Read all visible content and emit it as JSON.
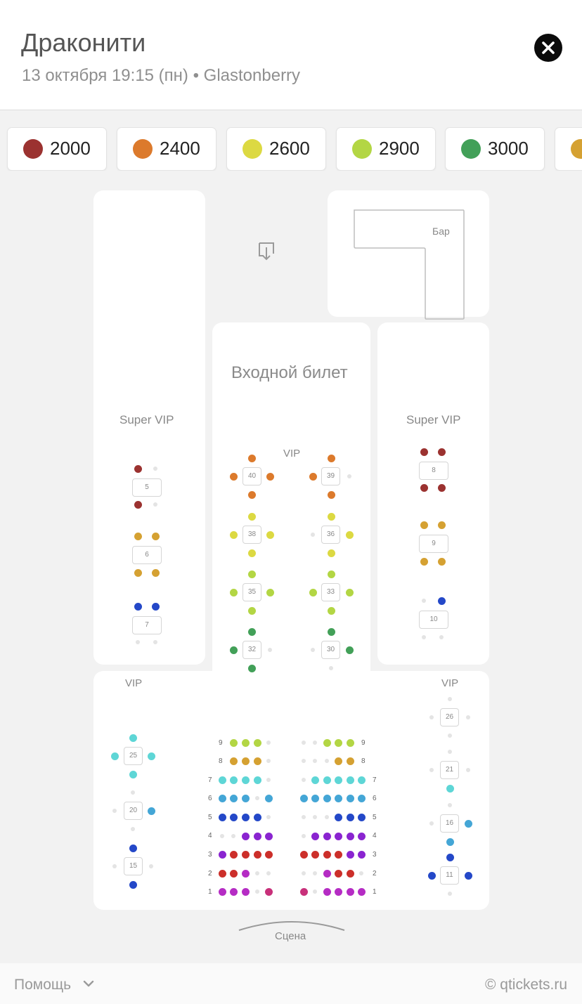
{
  "header": {
    "title": "Драконити",
    "subtitle": "13 октября 19:15 (пн) • Glastonberry",
    "close_icon": "close-icon"
  },
  "prices": [
    {
      "label": "2000",
      "color": "#9b3230"
    },
    {
      "label": "2400",
      "color": "#dc7a2c"
    },
    {
      "label": "2600",
      "color": "#dcd942"
    },
    {
      "label": "2900",
      "color": "#b3d644"
    },
    {
      "label": "3000",
      "color": "#42a058"
    },
    {
      "label": "",
      "color": "#d5a132"
    }
  ],
  "colors": {
    "2000": "#9b3230",
    "2400": "#dc7a2c",
    "2600": "#dcd942",
    "2900": "#b3d644",
    "3000": "#42a058",
    "gold": "#d5a132",
    "cyan": "#5ed6d6",
    "teal": "#44a6d6",
    "blue": "#2448c8",
    "purple": "#8a24d0",
    "red": "#cc2f2a",
    "magenta": "#b52cc4",
    "pink": "#c8307a",
    "empty": "#e4e4e4"
  },
  "hall": {
    "bar_label": "Бар",
    "entry_label": "Входной билет",
    "super_vip_left": "Super VIP",
    "super_vip_right": "Super VIP",
    "vip_center": "VIP",
    "vip_left": "VIP",
    "vip_right": "VIP",
    "stage_label": "Сцена",
    "entrance_icon": "entrance-icon",
    "tables": {
      "t5": "5",
      "t6": "6",
      "t7": "7",
      "t8": "8",
      "t9": "9",
      "t10": "10",
      "t40": "40",
      "t39": "39",
      "t38": "38",
      "t36": "36",
      "t35": "35",
      "t33": "33",
      "t32": "32",
      "t30": "30",
      "t25": "25",
      "t20": "20",
      "t15": "15",
      "t26": "26",
      "t21": "21",
      "t16": "16",
      "t11": "11"
    },
    "rows": {
      "r1": "1",
      "r2": "2",
      "r3": "3",
      "r4": "4",
      "r5": "5",
      "r6": "6",
      "r7": "7",
      "r8": "8",
      "r9": "9"
    }
  },
  "footer": {
    "help_label": "Помощь",
    "help_icon": "chevron-down-icon",
    "copyright": "© qtickets.ru"
  }
}
